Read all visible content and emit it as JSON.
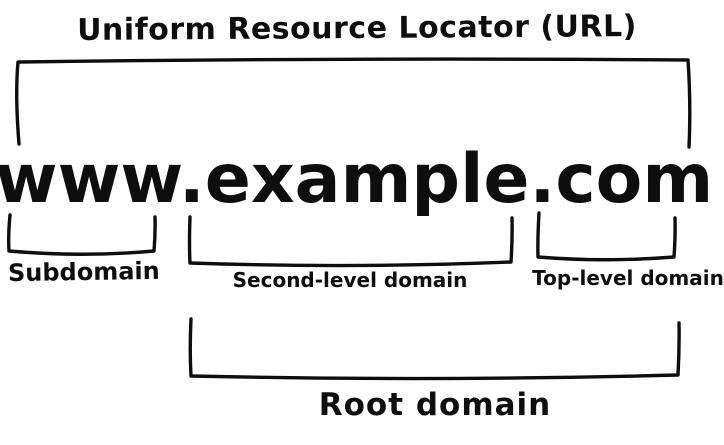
{
  "diagram": {
    "title": "Uniform Resource Locator (URL)",
    "url_text": "www.example.com",
    "labels": {
      "subdomain": "Subdomain",
      "second_level": "Second-level domain",
      "top_level": "Top-level domain",
      "root": "Root domain"
    },
    "braces": {
      "url": "spans full address, bar on top, tips pointing down",
      "subdomain": "under www",
      "second_level": "under example",
      "top_level": "under com",
      "root": "under example.com"
    },
    "colors": {
      "ink": "#0e0e0e",
      "background": "#ffffff"
    }
  }
}
